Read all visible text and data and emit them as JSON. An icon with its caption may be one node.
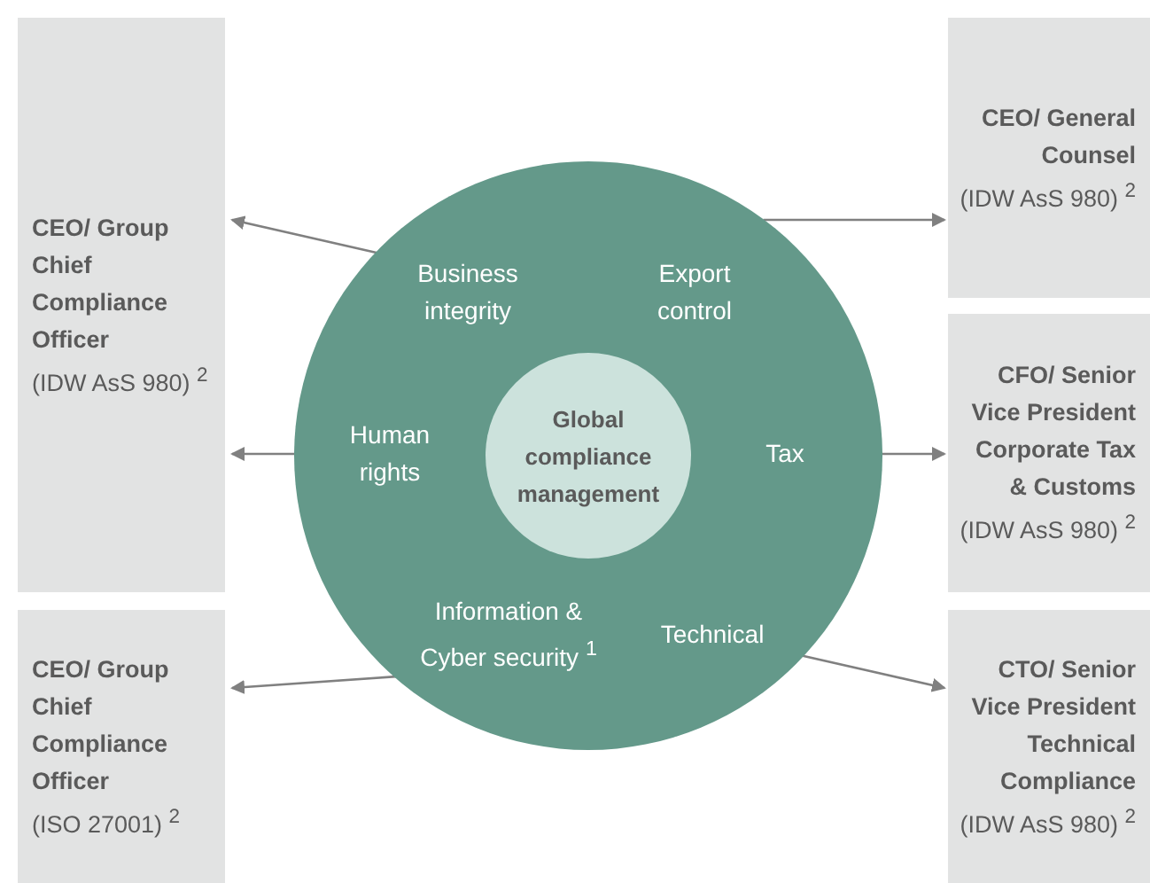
{
  "diagram": {
    "nodes": [
      {
        "text": [],
        "shape": "circle"
      },
      {
        "text": [
          "Global compliance management"
        ],
        "in": 0
      },
      {
        "text": [
          "Business integrity"
        ],
        "in": 0
      },
      {
        "text": [
          "Export control"
        ],
        "in": 0
      },
      {
        "text": [
          "Human rights"
        ],
        "in": 0
      },
      {
        "text": [
          "Tax"
        ],
        "in": 0
      },
      {
        "text": [
          "Information & Cyber security $^{1}$"
        ],
        "in": 0
      },
      {
        "text": [
          "Technical"
        ],
        "in": 0
      },
      {
        "text": [
          "CEO/ Group Chief Compliance Officer",
          "(IDW AsS 980) $^{2}$"
        ]
      },
      {
        "text": [
          "CEO/ Group Chief Compliance Officer",
          "(ISO 27001) $^{2}$"
        ]
      },
      {
        "text": [
          "CEO/ General Counsel",
          "(IDW AsS 980) $^{2}$"
        ]
      },
      {
        "text": [
          "CFO/ Senior Vice President Corporate Tax & Customs",
          "(IDW AsS 980) $^{2}$"
        ]
      },
      {
        "text": [
          "CTO/ Senior Vice President Technical Compliance",
          "(IDW AsS 980) $^{2}$"
        ]
      }
    ],
    "edges": [
      {
        "from": 2,
        "to": 8,
        "arrow": "to"
      },
      {
        "from": 3,
        "to": 10,
        "arrow": "to"
      },
      {
        "from": 4,
        "to": 8,
        "arrow": "to"
      },
      {
        "from": 5,
        "to": 11,
        "arrow": "to"
      },
      {
        "from": 6,
        "to": 9,
        "arrow": "to"
      },
      {
        "from": 7,
        "to": 12,
        "arrow": "to"
      }
    ]
  }
}
